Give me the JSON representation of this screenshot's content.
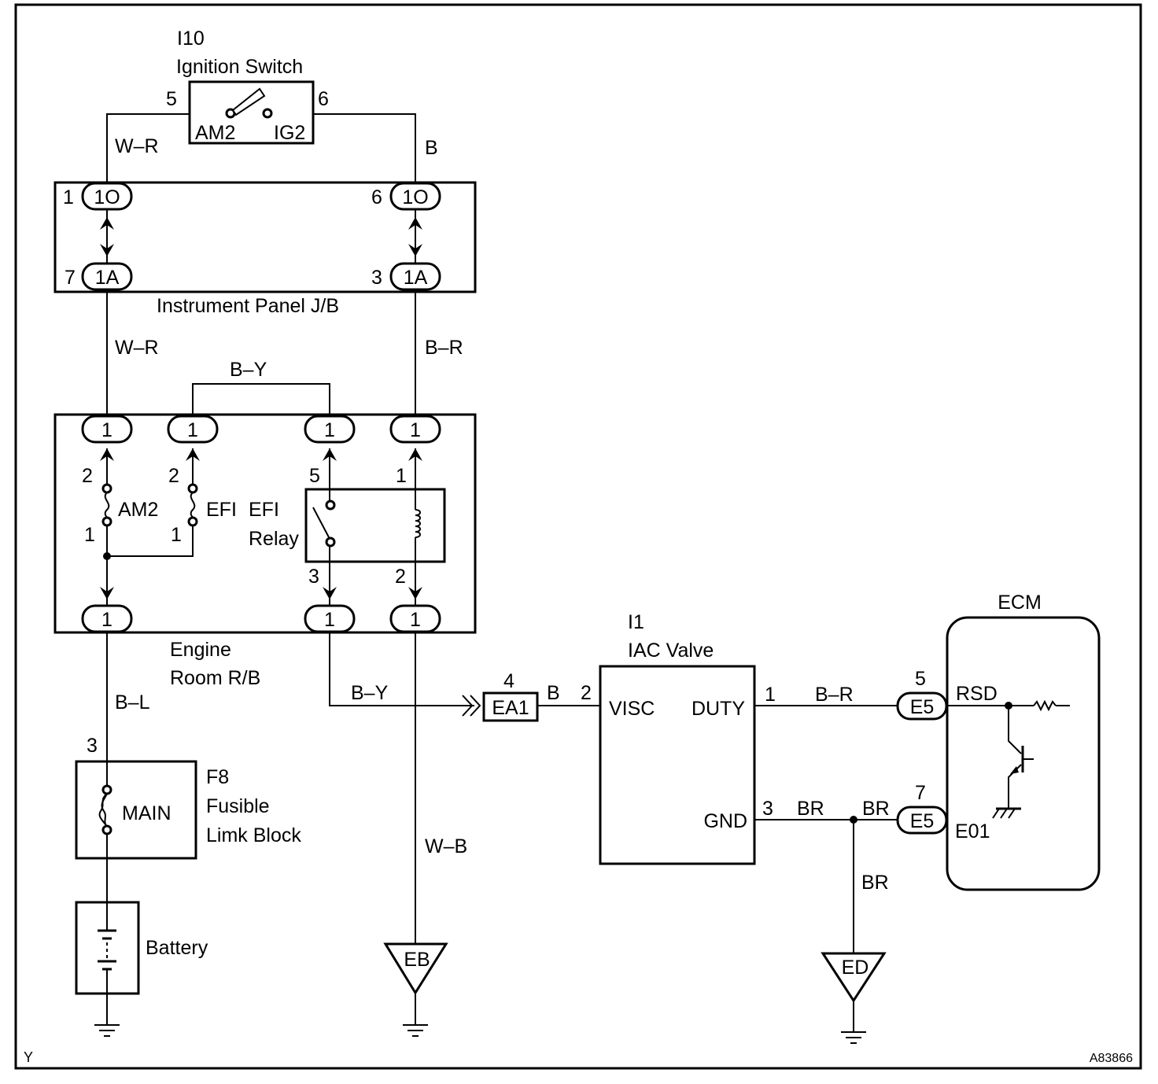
{
  "ignition_switch": {
    "code": "I10",
    "name": "Ignition Switch",
    "pin_left": "5",
    "pin_right": "6",
    "term_left": "AM2",
    "term_right": "IG2"
  },
  "wires": {
    "sw_left": "W–R",
    "sw_right": "B",
    "jb_left": "W–R",
    "jb_right": "B–R",
    "jumper": "B–Y",
    "rb_to_fuse": "B–L",
    "rb_to_iac": "B–Y",
    "ea1_to_iac": "B",
    "ground_eb": "W–B",
    "duty_to_ecm": "B–R",
    "gnd_wire": "BR",
    "gnd_to_ecm": "BR",
    "to_ed": "BR"
  },
  "instrument_panel_jb": {
    "name": "Instrument Panel J/B",
    "connectors": {
      "top_left": {
        "pin": "1",
        "code": "1O"
      },
      "top_right": {
        "pin": "6",
        "code": "1O"
      },
      "bot_left": {
        "pin": "7",
        "code": "1A"
      },
      "bot_right": {
        "pin": "3",
        "code": "1A"
      }
    }
  },
  "engine_room_rb": {
    "name_line1": "Engine",
    "name_line2": "Room R/B",
    "connector_code": "1",
    "am2_fuse": {
      "label": "AM2",
      "pin_top": "2",
      "pin_bottom": "1"
    },
    "efi_fuse": {
      "label": "EFI",
      "pin_top": "2",
      "pin_bottom": "1"
    },
    "efi_relay": {
      "label_line1": "EFI",
      "label_line2": "Relay",
      "pin_5": "5",
      "pin_1": "1",
      "pin_3": "3",
      "pin_2": "2"
    }
  },
  "fusible_link": {
    "code": "F8",
    "name_line1": "Fusible",
    "name_line2": "Limk Block",
    "fuse": "MAIN",
    "pin": "3"
  },
  "battery": {
    "label": "Battery"
  },
  "iac_valve": {
    "code": "I1",
    "name": "IAC Valve",
    "term_visc": "VISC",
    "term_duty": "DUTY",
    "term_gnd": "GND",
    "pin_visc": "2",
    "pin_duty": "1",
    "pin_gnd": "3"
  },
  "ea1": {
    "code": "EA1",
    "pin": "4"
  },
  "ecm": {
    "name": "ECM",
    "conn_top": {
      "code": "E5",
      "pin": "5",
      "term": "RSD"
    },
    "conn_bottom": {
      "code": "E5",
      "pin": "7",
      "term": "E01"
    }
  },
  "grounds": {
    "eb": "EB",
    "ed": "ED"
  },
  "footer": {
    "left": "Y",
    "right": "A83866"
  }
}
